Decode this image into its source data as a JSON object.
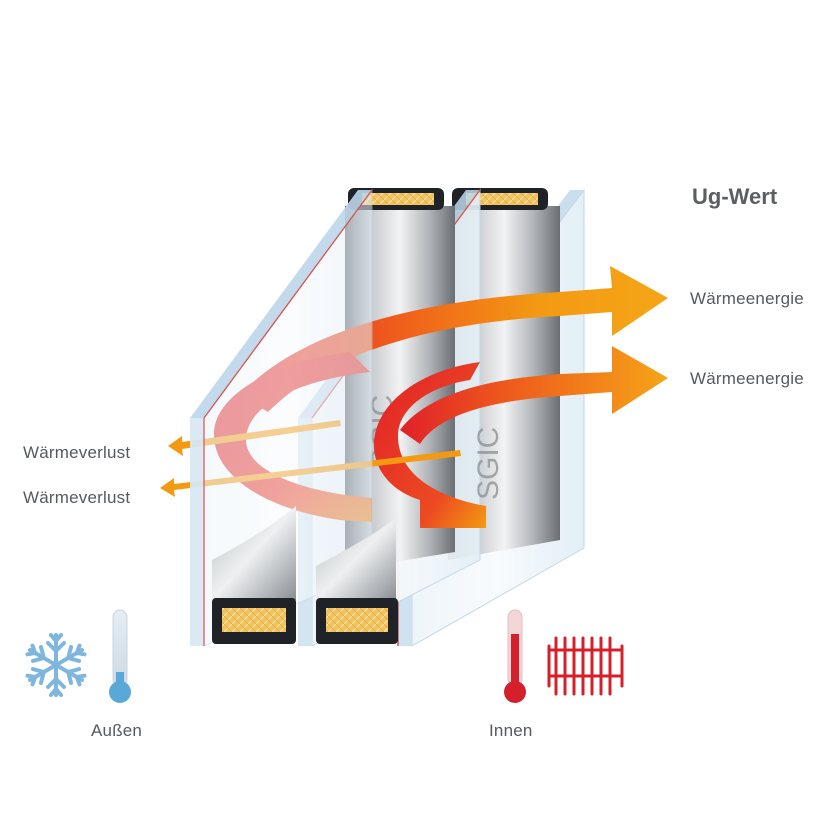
{
  "title": "Ug-Wert",
  "labels": {
    "heat_energy_top": "Wärmeenergie",
    "heat_energy_bottom": "Wärmeenergie",
    "heat_loss_top": "Wärmeverlust",
    "heat_loss_bottom": "Wärmeverlust",
    "outside": "Außen",
    "inside": "Innen"
  },
  "brand_print": "SGIC",
  "icons": {
    "outside": [
      "snowflake-icon",
      "thermometer-cold-icon"
    ],
    "inside": [
      "thermometer-hot-icon",
      "radiator-icon"
    ]
  },
  "colors": {
    "arrow_orange": "#f39a12",
    "arrow_red": "#e0202a",
    "glass_edge": "#d9534f",
    "glass_tint": "#dbe9f3",
    "cold_blue": "#5aa8d8",
    "hot_red": "#d4202a",
    "spacer_fill": "#f0c15a",
    "text_gray": "#555a5f"
  }
}
